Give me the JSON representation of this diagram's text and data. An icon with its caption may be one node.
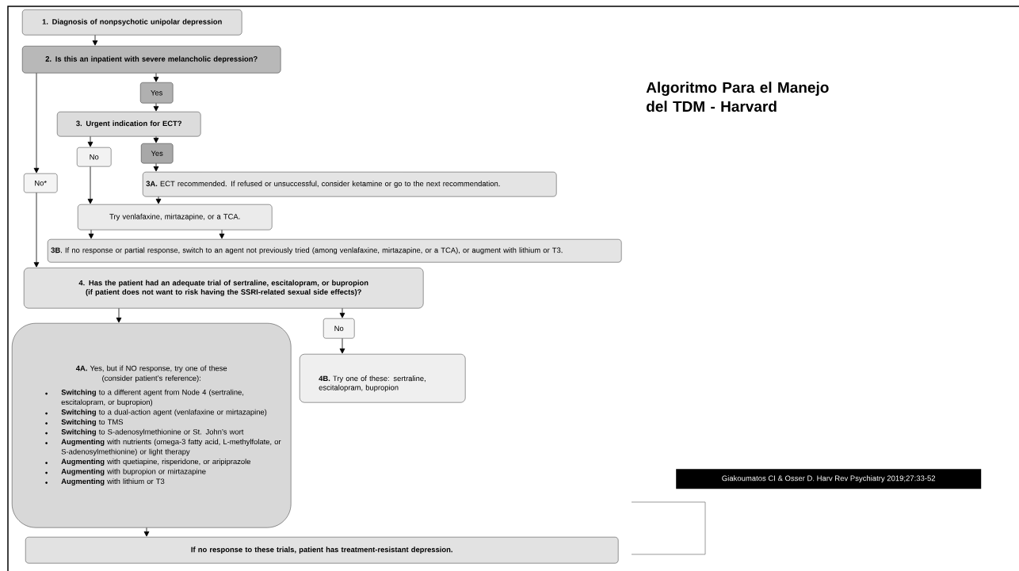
{
  "diagram": {
    "title": "Algoritmo Para el Manejo del TDM - Harvard",
    "nodes": [
      {
        "text": [
          "1. Diagnosis of nonpsychotic unipolar depression"
        ]
      },
      {
        "text": [
          "2. Is this an inpatient with severe melancholic depression?"
        ]
      },
      {
        "text": [
          "Yes"
        ]
      },
      {
        "text": [
          "3. Urgent indication for ECT?"
        ]
      },
      {
        "text": [
          "No"
        ]
      },
      {
        "text": [
          "Yes"
        ]
      },
      {
        "text": [
          "No*"
        ]
      },
      {
        "text": [
          "**3A.** ECT recommended. If refused or unsuccessful, consider ketamine or go to the next recommendation."
        ]
      },
      {
        "text": [
          "Try venlafaxine, mirtazapine, or a TCA."
        ]
      },
      {
        "text": [
          "**3B**. If no response or partial response, switch to an agent not previously tried (among venlafaxine, mirtazapine, or a TCA), or augment with lithium or T3."
        ]
      },
      {
        "text": [
          "4. Has the patient had an adequate trial of sertraline, escitalopram, or bupropion (if patient does not want to risk having the SSRI-related sexual side effects)?"
        ]
      },
      {
        "text": [
          "No"
        ]
      },
      {
        "text": [
          "**4A.** Yes, but if NO response, try one of these (consider patient’s reference):",
          "**Switching** to a different agent from Node 4 (sertraline, escitalopram, or bupropion)",
          "**Switching** to a dual-action agent (venlafaxine or mirtazapine)",
          "**Switching** to TMS",
          "**Switching** to S-adenosylmethionine or St. John’s wort",
          "**Augmenting** with nutrients (omega-3 fatty acid, L-methylfolate, or S-adenosylmethionine) or light therapy",
          "**Augmenting** with quetiapine, risperidone, or aripiprazole",
          "**Augmenting** with bupropion or mirtazapine",
          "**Augmenting** with lithium or T3"
        ]
      },
      {
        "text": [
          "**4B.** Try one of these: sertraline, escitalopram, bupropion"
        ]
      },
      {
        "text": [
          "If no response to these trials, patient has treatment-resistant depression."
        ]
      }
    ],
    "edges": [
      {
        "from": 0,
        "to": 1,
        "arrow": "to"
      },
      {
        "from": 1,
        "to": 2,
        "arrow": "to"
      },
      {
        "from": 2,
        "to": 3,
        "arrow": "to"
      },
      {
        "from": 3,
        "to": 4,
        "arrow": "to"
      },
      {
        "from": 3,
        "to": 5,
        "arrow": "to"
      },
      {
        "from": 5,
        "to": 7,
        "arrow": "to"
      },
      {
        "from": 7,
        "to": 8,
        "arrow": "to"
      },
      {
        "from": 4,
        "to": 8,
        "arrow": "to"
      },
      {
        "from": 1,
        "to": 6,
        "arrow": "to"
      },
      {
        "from": 6,
        "to": 10,
        "arrow": "to"
      },
      {
        "from": 8,
        "to": 9,
        "arrow": "to"
      },
      {
        "from": 8,
        "to": 9,
        "arrow": "to"
      },
      {
        "from": 10,
        "to": 12,
        "arrow": "to"
      },
      {
        "from": 10,
        "to": 11,
        "arrow": "to"
      },
      {
        "from": 11,
        "to": 13,
        "arrow": "to"
      },
      {
        "from": 12,
        "to": 14,
        "arrow": "to"
      }
    ],
    "labels": [
      "Giakoumatos CI & Osser D. Harv Rev Psychiatry 2019;27:33-52"
    ]
  }
}
